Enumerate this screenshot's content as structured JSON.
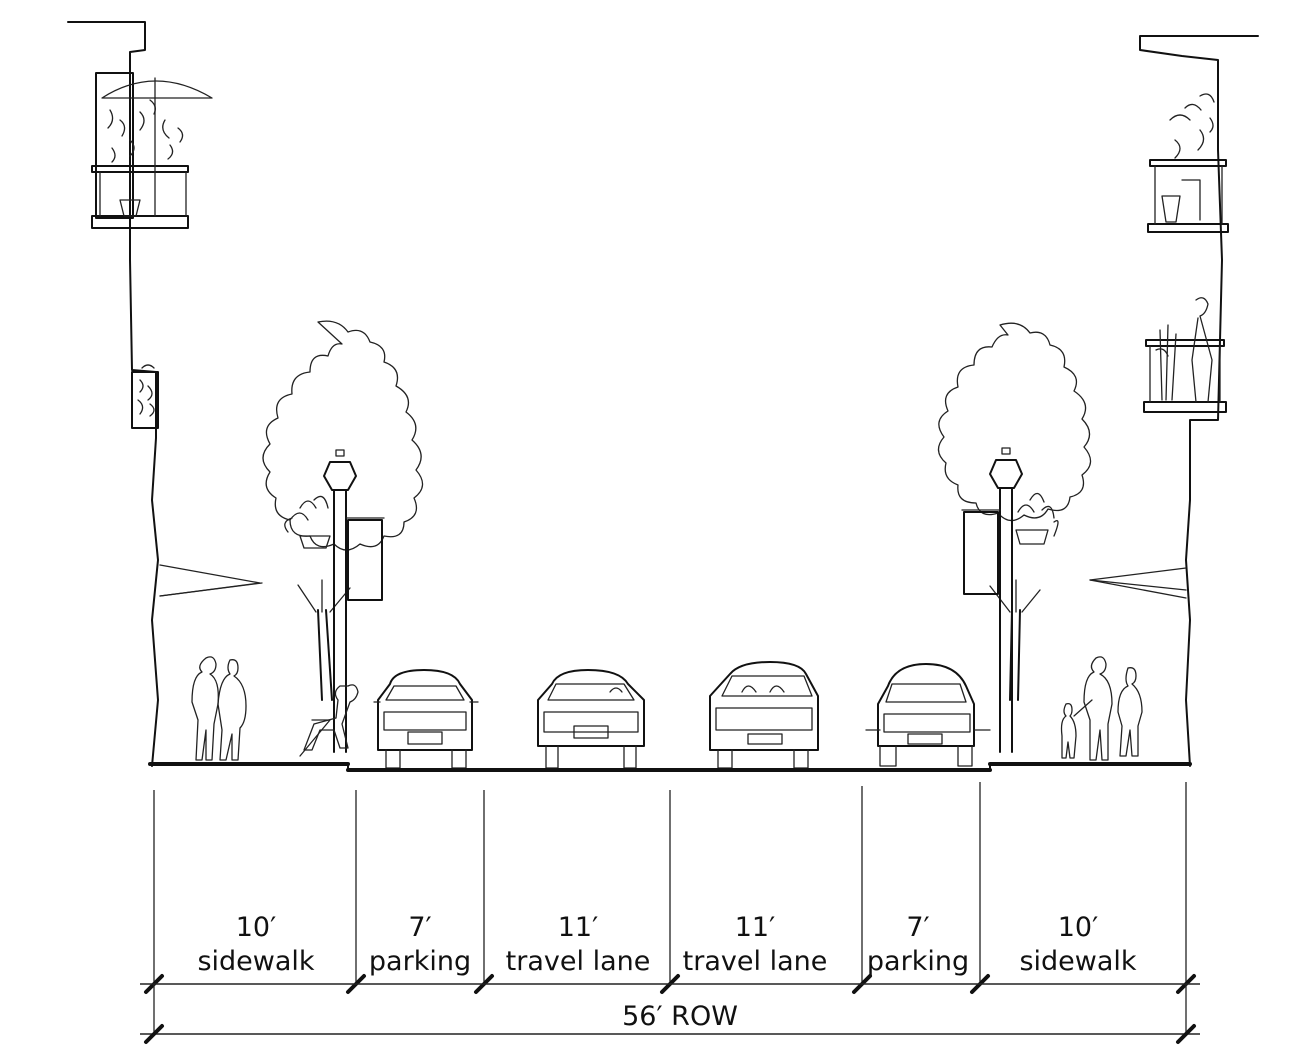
{
  "segments": [
    {
      "width": "10′",
      "use": "sidewalk"
    },
    {
      "width": "7′",
      "use": "parking"
    },
    {
      "width": "11′",
      "use": "travel lane"
    },
    {
      "width": "11′",
      "use": "travel lane"
    },
    {
      "width": "7′",
      "use": "parking"
    },
    {
      "width": "10′",
      "use": "sidewalk"
    }
  ],
  "total": "56′ ROW"
}
